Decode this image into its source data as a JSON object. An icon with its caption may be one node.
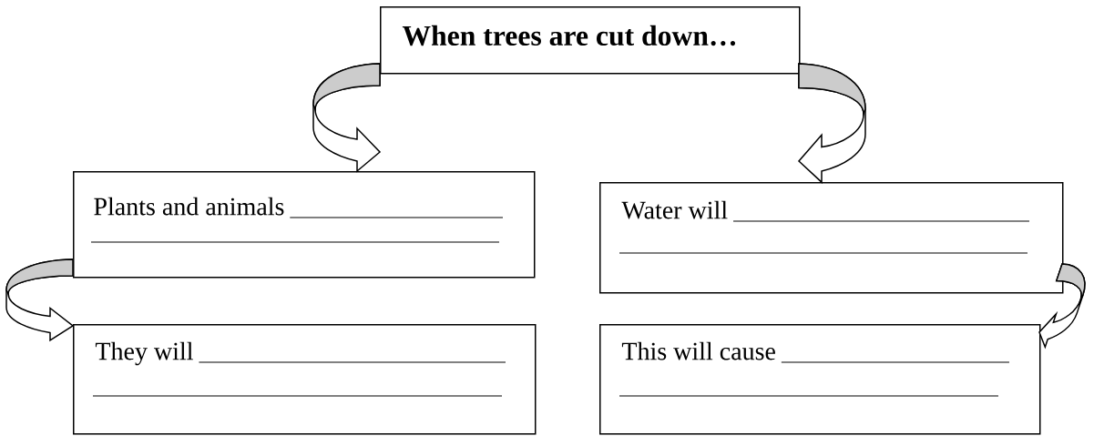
{
  "diagram": {
    "nodes": [
      {
        "text": [
          "When trees are cut down…"
        ]
      },
      {
        "text": [
          "Plants and animals"
        ]
      },
      {
        "text": [
          "Water will"
        ]
      },
      {
        "text": [
          "They will"
        ]
      },
      {
        "text": [
          "This will cause"
        ]
      }
    ],
    "edges": [
      {
        "from": 0,
        "to": 1,
        "arrow": "to"
      },
      {
        "from": 0,
        "to": 2,
        "arrow": "to"
      },
      {
        "from": 1,
        "to": 3,
        "arrow": "to"
      },
      {
        "from": 2,
        "to": 4,
        "arrow": "to"
      }
    ]
  }
}
